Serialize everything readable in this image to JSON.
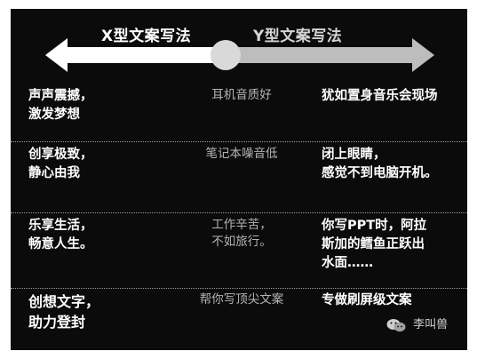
{
  "header": {
    "x_label": "X型文案写法",
    "y_label": "Y型文案写法"
  },
  "rows": [
    {
      "x_style": "声声震撼，\n激发梦想",
      "mid": "耳机音质好",
      "y_style": "犹如置身音乐会现场"
    },
    {
      "x_style": "创享极致，\n静心由我",
      "mid": "笔记本噪音低",
      "y_style": "闭上眼睛，\n感觉不到电脑开机。"
    },
    {
      "x_style": "乐享生活，\n畅意人生。",
      "mid": "工作辛苦，\n不如旅行。",
      "y_style": "你写PPT时，阿拉\n斯加的鳕鱼正跃出\n水面……"
    },
    {
      "x_style": "创想文字，\n助力登封",
      "mid": "帮你写顶尖文案",
      "y_style": "专做刷屏级文案"
    }
  ],
  "watermark": {
    "icon": "wechat-icon",
    "text": "李叫兽"
  },
  "colors": {
    "background": "#0b0b0b",
    "arrow_left": "#ffffff",
    "arrow_right": "#bdbdbd",
    "slider_knob": "#d9d9d9",
    "middle_text": "#b4b4b4",
    "divider": "#9a9a9a"
  }
}
